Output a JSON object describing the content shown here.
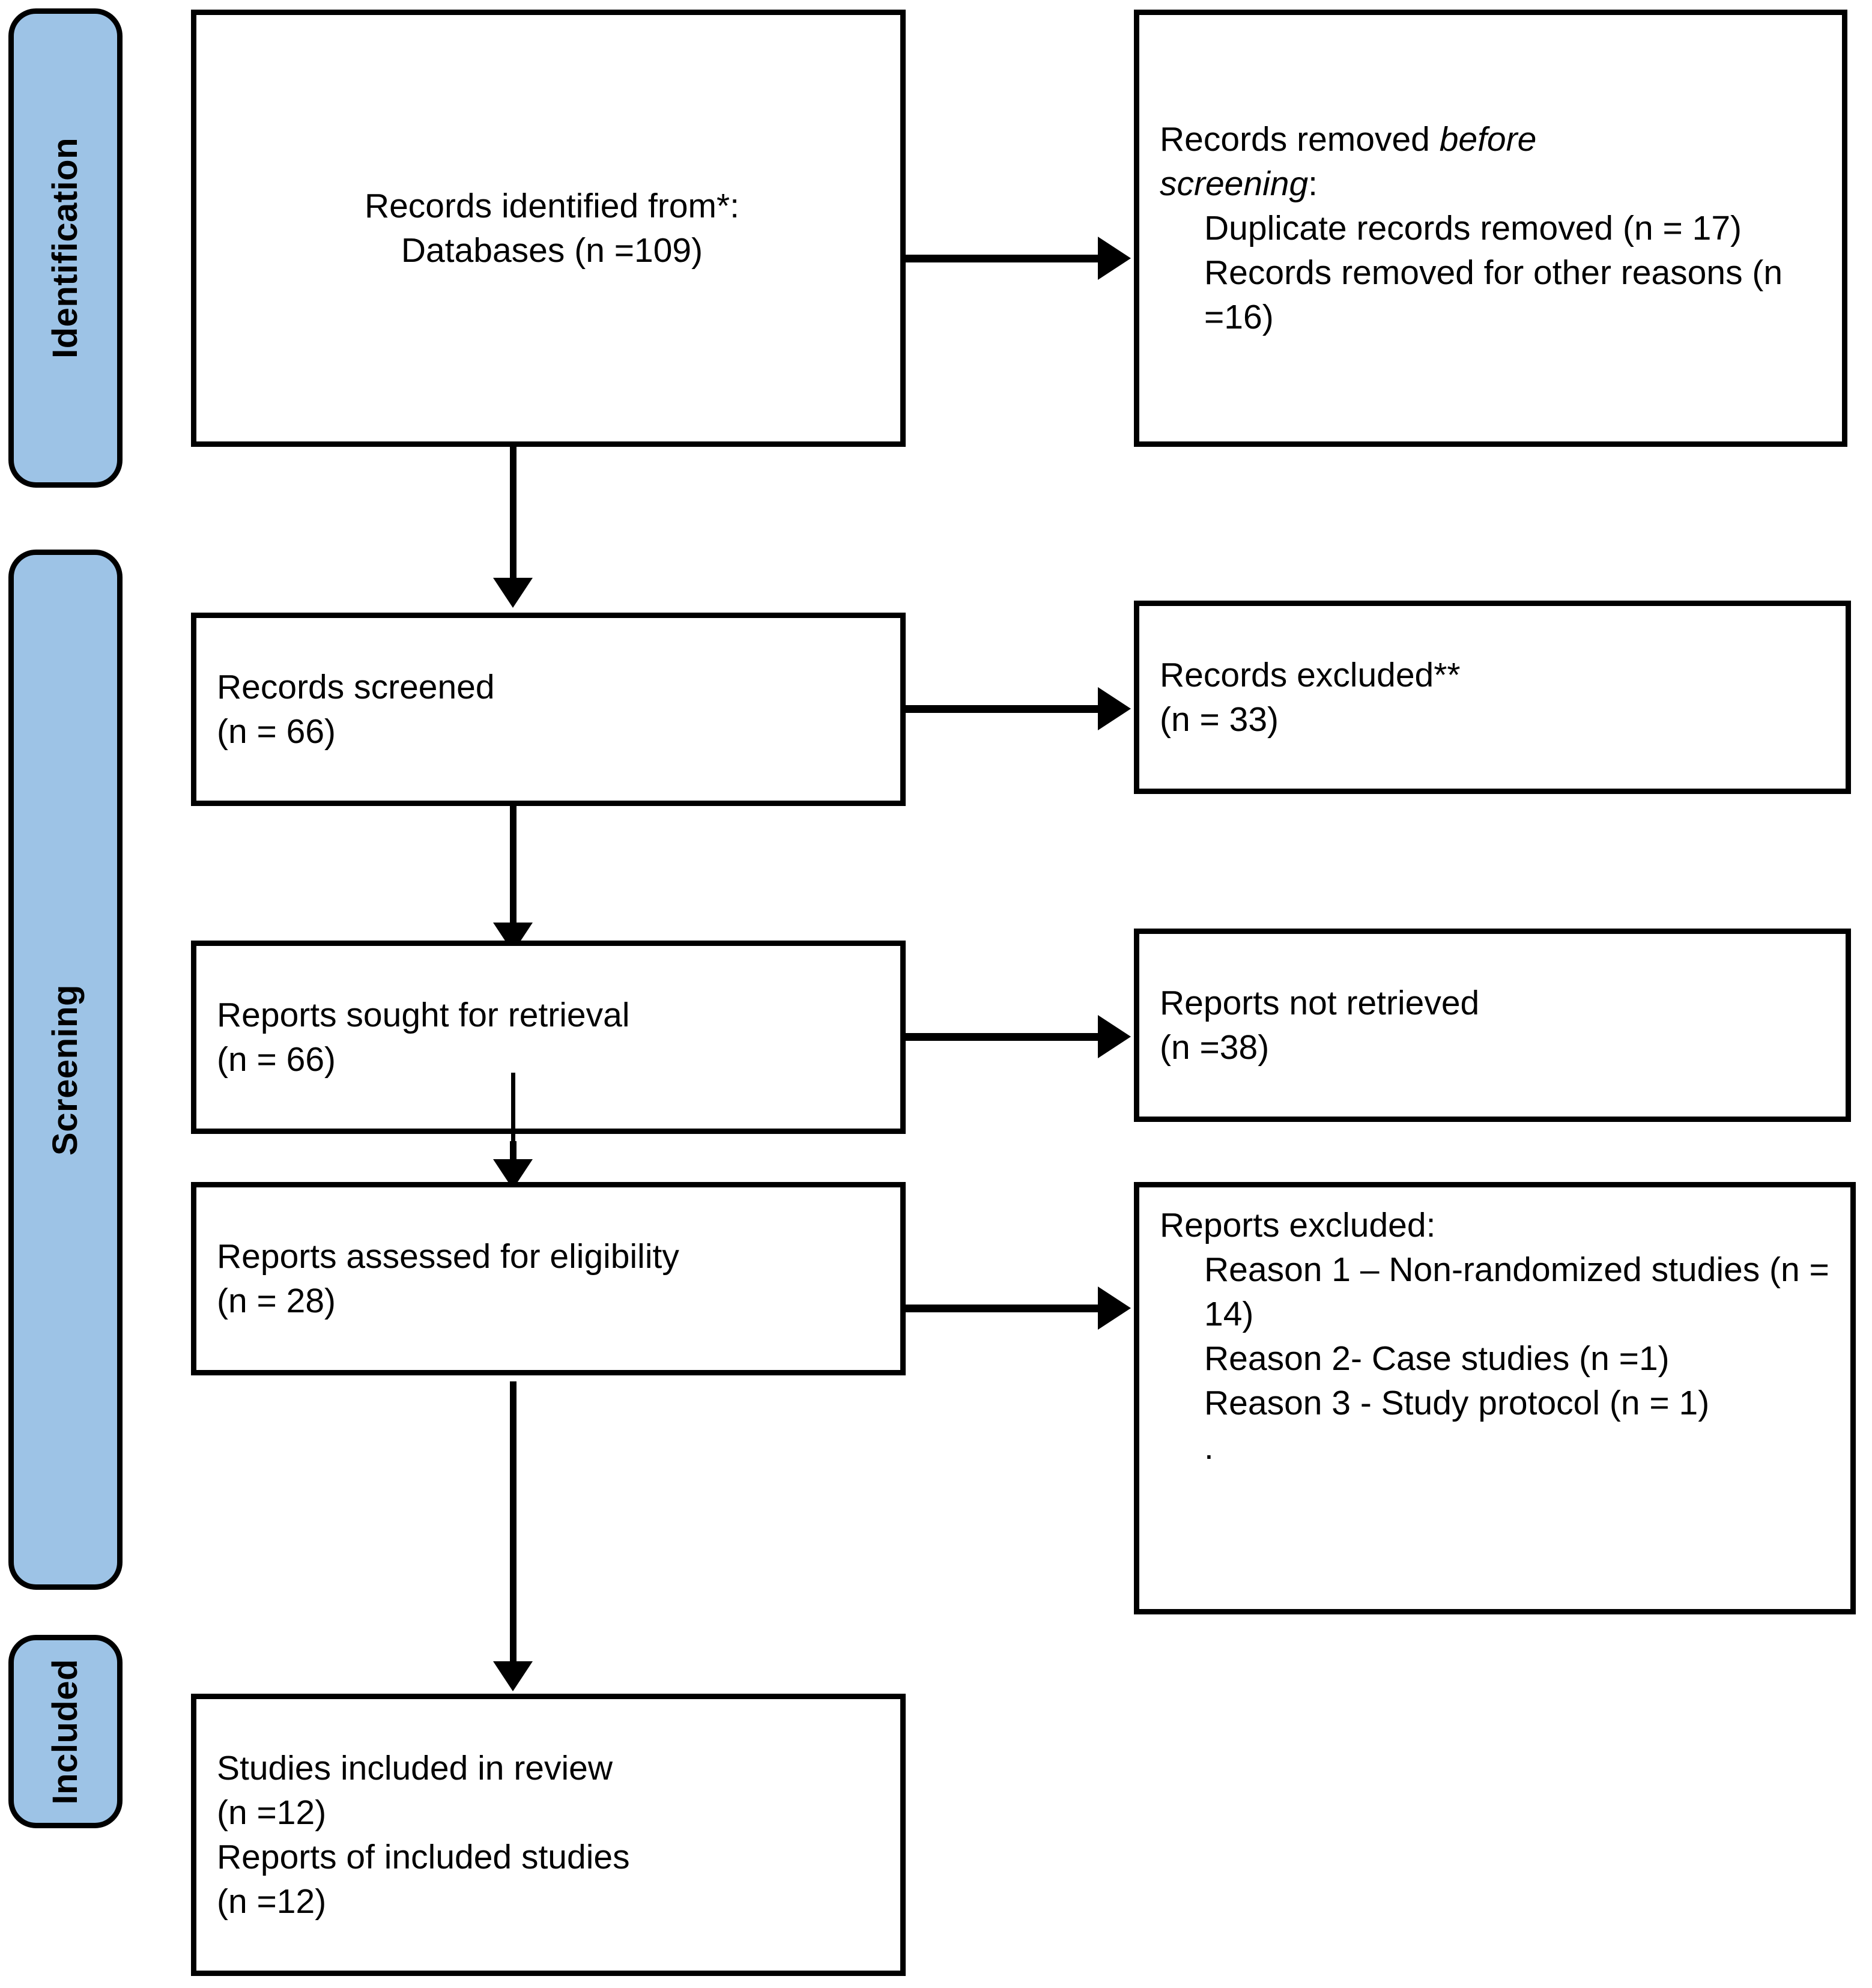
{
  "diagram": {
    "title": "PRISMA 2020 flow diagram",
    "accent_color": "#9DC3E6",
    "line_color": "#000000",
    "background_color": "#FFFFFF"
  },
  "phases": [
    {
      "id": "identification",
      "label": "Identification"
    },
    {
      "id": "screening",
      "label": "Screening"
    },
    {
      "id": "included",
      "label": "Included"
    }
  ],
  "boxes": {
    "records_identified": {
      "line1": "Records identified from*:",
      "line2": "Databases (n =109)"
    },
    "records_removed": {
      "line1_a": "Records removed ",
      "line1_b": "before",
      "line2_a": "screening",
      "line2_b": ":",
      "item1": "Duplicate records removed (n = 17)",
      "item2": "Records removed for other reasons (n =16)"
    },
    "records_screened": {
      "line1": "Records screened",
      "line2": "(n = 66)"
    },
    "records_excluded": {
      "line1": "Records excluded**",
      "line2": "(n = 33)"
    },
    "reports_sought": {
      "line1": "Reports sought for retrieval",
      "line2": "(n = 66)"
    },
    "reports_not_retrieved": {
      "line1": "Reports not retrieved",
      "line2": "(n =38)"
    },
    "reports_assessed": {
      "line1": "Reports assessed for eligibility",
      "line2": "(n = 28)"
    },
    "reports_excluded": {
      "heading": "Reports excluded:",
      "reason1": "Reason 1 – Non-randomized studies (n = 14)",
      "reason2": "Reason 2- Case studies (n =1)",
      "reason3": "Reason 3 - Study protocol (n = 1)",
      "trailing": "."
    },
    "studies_included": {
      "line1": "Studies included in review",
      "line2": "(n =12)",
      "line3": "Reports of included studies",
      "line4": "(n =12)"
    }
  },
  "chart_data": {
    "type": "table",
    "title": "PRISMA 2020 flow diagram",
    "nodes": [
      {
        "id": "records_identified",
        "phase": "Identification",
        "label": "Records identified from*: Databases",
        "n": 109
      },
      {
        "id": "records_removed_duplicates",
        "phase": "Identification",
        "label": "Duplicate records removed",
        "n": 17
      },
      {
        "id": "records_removed_other",
        "phase": "Identification",
        "label": "Records removed for other reasons",
        "n": 16
      },
      {
        "id": "records_screened",
        "phase": "Screening",
        "label": "Records screened",
        "n": 66
      },
      {
        "id": "records_excluded",
        "phase": "Screening",
        "label": "Records excluded**",
        "n": 33
      },
      {
        "id": "reports_sought",
        "phase": "Screening",
        "label": "Reports sought for retrieval",
        "n": 66
      },
      {
        "id": "reports_not_retrieved",
        "phase": "Screening",
        "label": "Reports not retrieved",
        "n": 38
      },
      {
        "id": "reports_assessed",
        "phase": "Screening",
        "label": "Reports assessed for eligibility",
        "n": 28
      },
      {
        "id": "reports_excluded_reason1",
        "phase": "Screening",
        "label": "Reason 1 – Non-randomized studies",
        "n": 14
      },
      {
        "id": "reports_excluded_reason2",
        "phase": "Screening",
        "label": "Reason 2- Case studies",
        "n": 1
      },
      {
        "id": "reports_excluded_reason3",
        "phase": "Screening",
        "label": "Reason 3 - Study protocol",
        "n": 1
      },
      {
        "id": "studies_included",
        "phase": "Included",
        "label": "Studies included in review",
        "n": 12
      },
      {
        "id": "reports_of_included",
        "phase": "Included",
        "label": "Reports of included studies",
        "n": 12
      }
    ],
    "edges": [
      {
        "from": "records_identified",
        "to": "records_removed",
        "direction": "right"
      },
      {
        "from": "records_identified",
        "to": "records_screened",
        "direction": "down"
      },
      {
        "from": "records_screened",
        "to": "records_excluded",
        "direction": "right"
      },
      {
        "from": "records_screened",
        "to": "reports_sought",
        "direction": "down"
      },
      {
        "from": "reports_sought",
        "to": "reports_not_retrieved",
        "direction": "right"
      },
      {
        "from": "reports_sought",
        "to": "reports_assessed",
        "direction": "down"
      },
      {
        "from": "reports_assessed",
        "to": "reports_excluded",
        "direction": "right"
      },
      {
        "from": "reports_assessed",
        "to": "studies_included",
        "direction": "down"
      }
    ]
  }
}
